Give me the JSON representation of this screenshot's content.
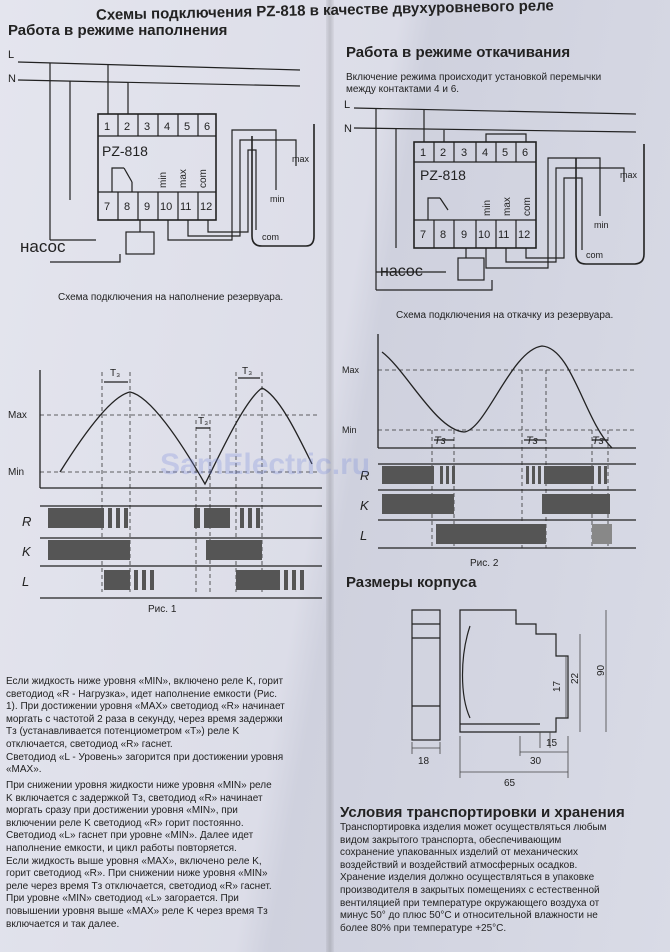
{
  "main_title": "Схемы подключения PZ-818 в качестве двухуровневого реле",
  "left": {
    "heading": "Работа в режиме наполнения",
    "line_L": "L",
    "line_N": "N",
    "device": "PZ-818",
    "pump": "насос",
    "terminals_top": [
      "1",
      "2",
      "3",
      "4",
      "5",
      "6"
    ],
    "terminals_bottom": [
      "7",
      "8",
      "9",
      "10",
      "11",
      "12"
    ],
    "vert_labels": [
      "min",
      "max",
      "com"
    ],
    "tank_labels": [
      "max",
      "min",
      "com"
    ],
    "scheme_caption": "Схема подключения на наполнение резервуара.",
    "chart_labels": {
      "max": "Max",
      "min": "Min",
      "t3": "T₃",
      "r": "R",
      "k": "K",
      "l": "L"
    },
    "fig_caption": "Рис. 1"
  },
  "right": {
    "heading": "Работа в режиме откачивания",
    "subtext_1": "Включение режима происходит установкой перемычки",
    "subtext_2": "между контактами 4 и 6.",
    "line_L": "L",
    "line_N": "N",
    "device": "PZ-818",
    "pump": "насос",
    "terminals_top": [
      "1",
      "2",
      "3",
      "4",
      "5",
      "6"
    ],
    "terminals_bottom": [
      "7",
      "8",
      "9",
      "10",
      "11",
      "12"
    ],
    "vert_labels": [
      "min",
      "max",
      "com"
    ],
    "tank_labels": [
      "max",
      "min",
      "com"
    ],
    "scheme_caption": "Схема подключения на откачку из резервуара.",
    "chart_labels": {
      "max": "Max",
      "min": "Min",
      "t3": "Tз",
      "r": "R",
      "k": "K",
      "l": "L"
    },
    "fig_caption": "Рис. 2"
  },
  "sizes": {
    "heading": "Размеры корпуса",
    "dims": [
      "17",
      "22",
      "90",
      "15",
      "18",
      "30",
      "65"
    ]
  },
  "transport": {
    "heading": "Условия транспортировки и хранения",
    "lines": [
      "Транспортировка изделия может осуществляться любым",
      "видом закрытого транспорта, обеспечивающим",
      "сохранение упакованных изделий от механических",
      "воздействий и воздействий атмосферных осадков.",
      "Хранение изделия должно осуществляться в упаковке",
      "производителя в закрытых помещениях с естественной",
      "вентиляцией при температуре окружающего воздуха от",
      "минус 50° до плюс 50°С и относительной влажности не",
      "более 80% при температуре +25°С."
    ]
  },
  "desc": {
    "p1": [
      "Если жидкость ниже уровня «MIN», включено реле K, горит",
      "светодиод «R - Нагрузка», идет наполнение емкости (Рис.",
      "1). При достижении уровня «MAX» светодиод «R» начинает",
      "моргать с частотой 2 раза в секунду, через время задержки",
      "Тз (устанавливается потенциометром «Т») реле K",
      "отключается, светодиод «R» гаснет.",
      "Светодиод «L - Уровень» загорится при достижении уровня",
      "«MAX»."
    ],
    "p2": [
      "При снижении уровня жидкости ниже уровня «MIN» реле",
      "K включается с задержкой Тз, светодиод «R» начинает",
      "моргать сразу при достижении уровня «MIN», при",
      "включении реле K светодиод «R» горит постоянно.",
      "Светодиод «L» гаснет при уровне «MIN». Далее идет",
      "наполнение емкости, и цикл работы повторяется.",
      "Если жидкость выше уровня «MAX», включено реле K,",
      "горит светодиод «R». При снижении ниже уровня «MIN»",
      "реле через время Тз отключается, светодиод «R» гаснет.",
      "При уровне «MIN» светодиод «L» загорается. При",
      "повышении уровня выше «MAX» реле K через время Тз",
      "включается и так далее."
    ]
  },
  "watermark": "SamElectric.ru"
}
